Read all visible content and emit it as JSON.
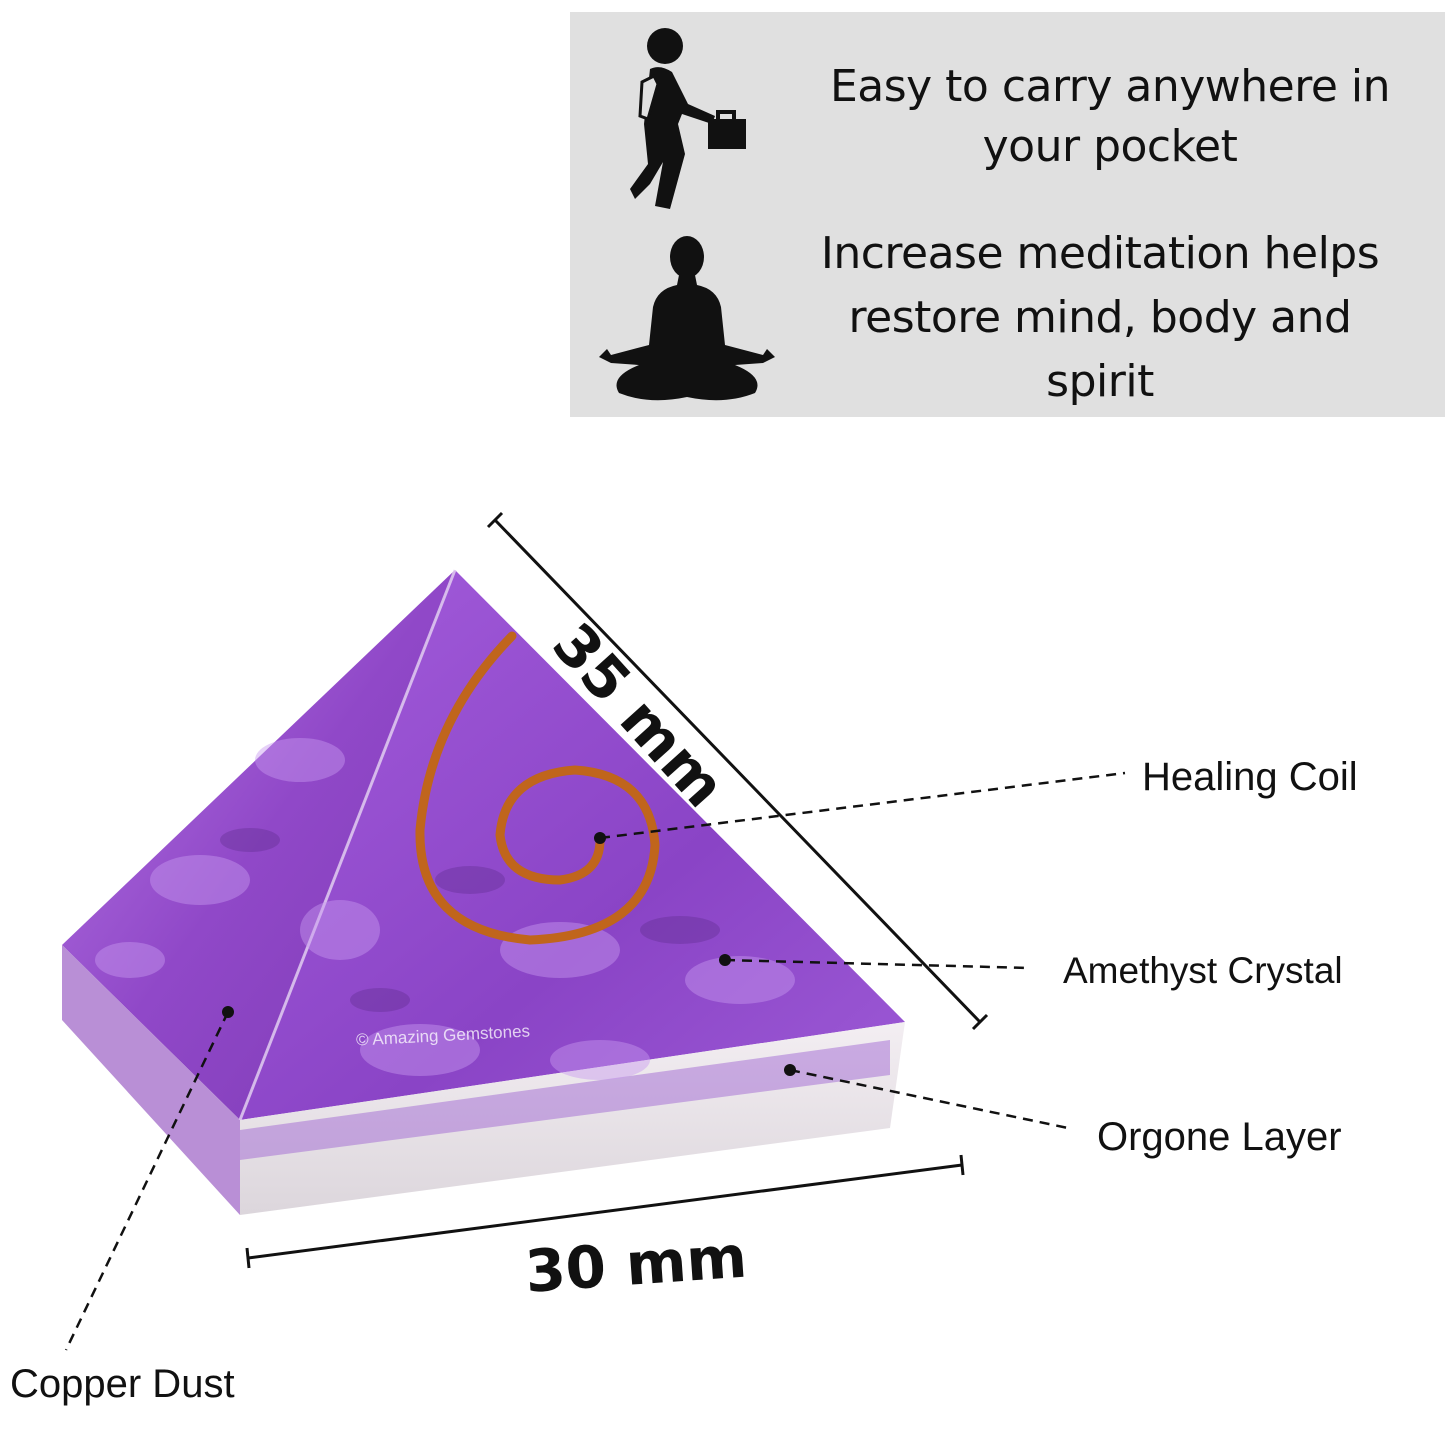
{
  "features": [
    {
      "icon": "walking-businessman-icon",
      "text_line1": "Easy to carry anywhere in",
      "text_line2": "your pocket"
    },
    {
      "icon": "meditation-pose-icon",
      "text_line1": "Increase meditation helps",
      "text_line2": "restore mind, body and",
      "text_line3": "spirit"
    }
  ],
  "dimensions": {
    "height": "35 mm",
    "width": "30 mm"
  },
  "callouts": {
    "healing_coil": "Healing Coil",
    "amethyst_crystal": "Amethyst Crystal",
    "orgone_layer": "Orgone Layer",
    "copper_dust": "Copper Dust"
  },
  "watermark": "© Amazing Gemstones",
  "colors": {
    "panel": "#e0e0e0",
    "amethyst": "#9b4fd0",
    "copper": "#c0651c",
    "text": "#111111"
  }
}
